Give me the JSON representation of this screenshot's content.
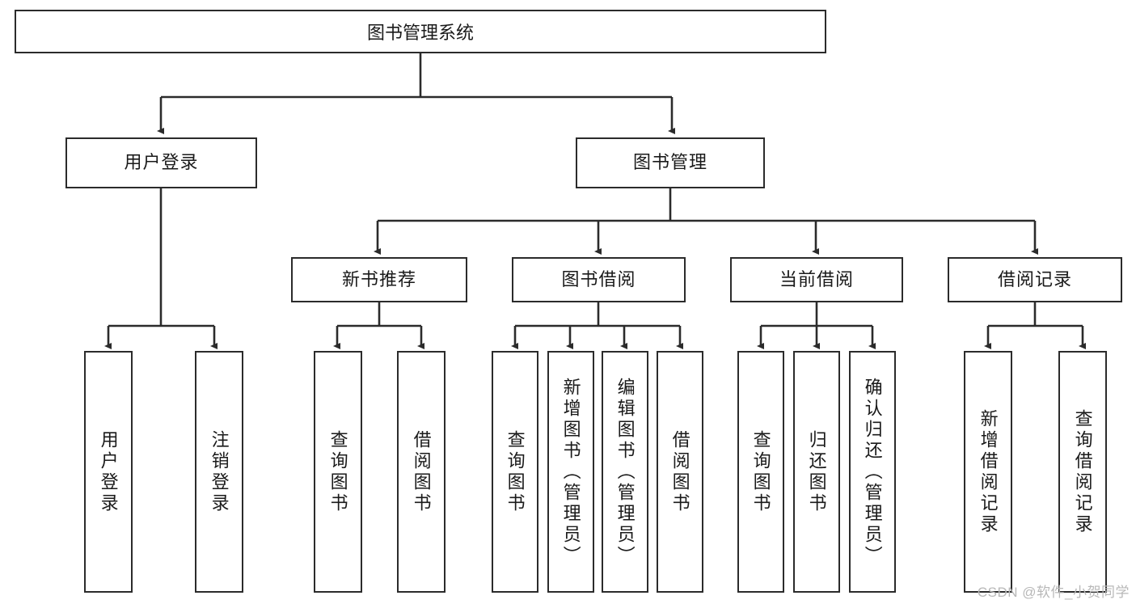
{
  "diagram": {
    "title": "图书管理系统",
    "type": "tree",
    "orientation": "top-down",
    "colors": {
      "box_border": "#2b2b2b",
      "box_fill": "#ffffff",
      "line": "#2b2b2b",
      "text": "#1a1a1a",
      "watermark": "#b8b8b8",
      "background": "#ffffff"
    }
  },
  "root": {
    "label": "图书管理系统"
  },
  "level1": [
    {
      "label": "用户登录"
    },
    {
      "label": "图书管理"
    }
  ],
  "level2": [
    {
      "label": "新书推荐"
    },
    {
      "label": "图书借阅"
    },
    {
      "label": "当前借阅"
    },
    {
      "label": "借阅记录"
    }
  ],
  "leaves": {
    "user_login": [
      {
        "label": "用户登录"
      },
      {
        "label": "注销登录"
      }
    ],
    "new_book_recommend": [
      {
        "label": "查询图书"
      },
      {
        "label": "借阅图书"
      }
    ],
    "book_borrow": [
      {
        "label": "查询图书"
      },
      {
        "label": "新增图书（管理员）"
      },
      {
        "label": "编辑图书（管理员）"
      },
      {
        "label": "借阅图书"
      }
    ],
    "current_borrow": [
      {
        "label": "查询图书"
      },
      {
        "label": "归还图书"
      },
      {
        "label": "确认归还（管理员）"
      }
    ],
    "borrow_record": [
      {
        "label": "新增借阅记录"
      },
      {
        "label": "查询借阅记录"
      }
    ]
  },
  "watermark": {
    "text": "CSDN @软件_小贺同学"
  }
}
